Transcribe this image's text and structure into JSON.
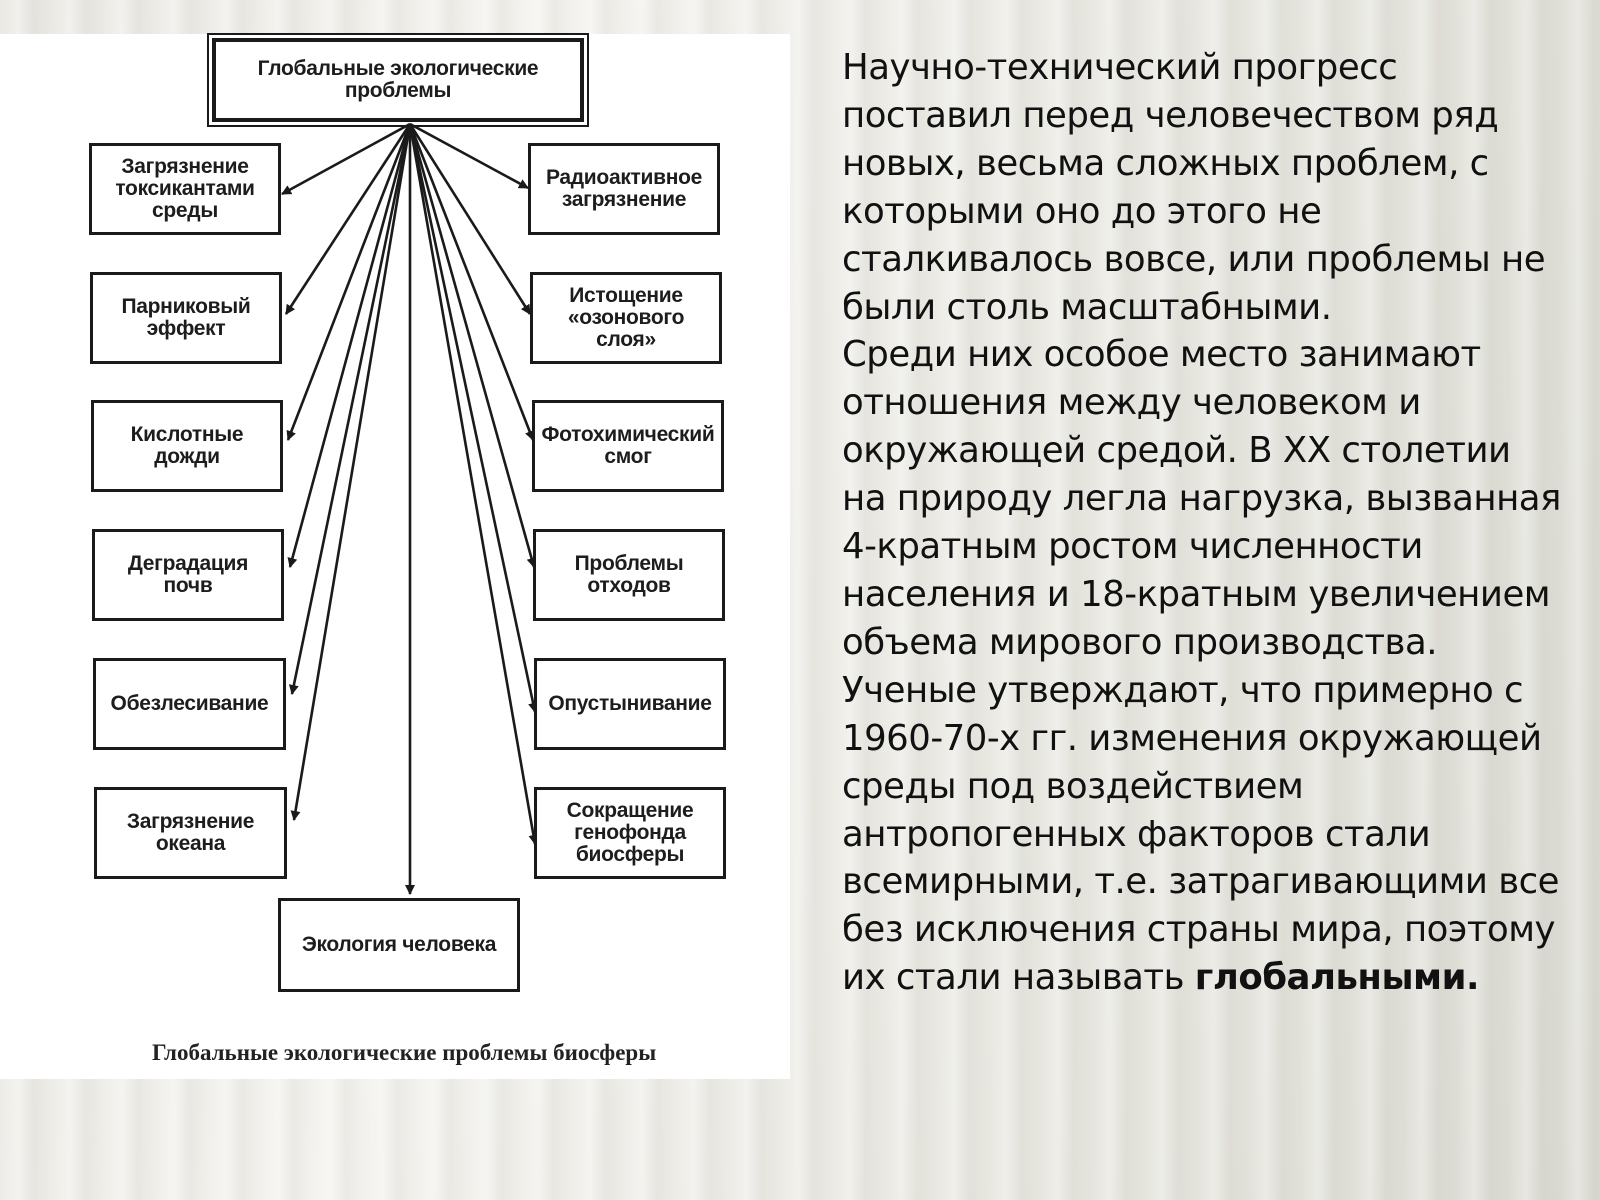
{
  "diagram": {
    "root": "Глобальные экологические\nпроблемы",
    "left": [
      "Загрязнение\nтоксикантами\nсреды",
      "Парниковый\nэффект",
      "Кислотные\nдожди",
      "Деградация\nпочв",
      "Обезлесивание",
      "Загрязнение\nокеана"
    ],
    "right": [
      "Радиоактивное\nзагрязнение",
      "Истощение\n«озонового\nслоя»",
      "Фотохимический\nсмог",
      "Проблемы\nотходов",
      "Опустынивание",
      "Сокращение\nгенофонда\nбиосферы"
    ],
    "bottom": "Экология человека",
    "caption": "Глобальные экологические проблемы биосферы"
  },
  "text": {
    "paragraph_1": "Научно-технический прогресс поставил перед человечеством ряд новых, весьма сложных проблем, с которыми оно до этого не сталкивалось вовсе, или проблемы не были столь масштабными.",
    "paragraph_2": "Среди них особое место занимают отношения между человеком и окружающей средой. В XX столетии на природу легла нагрузка, вызванная 4-кратным ростом численности населения и 18-кратным увеличением объема мирового производства.",
    "paragraph_3_start": "Ученые утверждают, что примерно с 1960-70-х гг. изменения окружающей среды под воздействием антропогенных факторов стали всемирными, т.е. затрагивающими все без исключения страны мира, поэтому их стали называть ",
    "paragraph_3_bold": "глобальными."
  }
}
